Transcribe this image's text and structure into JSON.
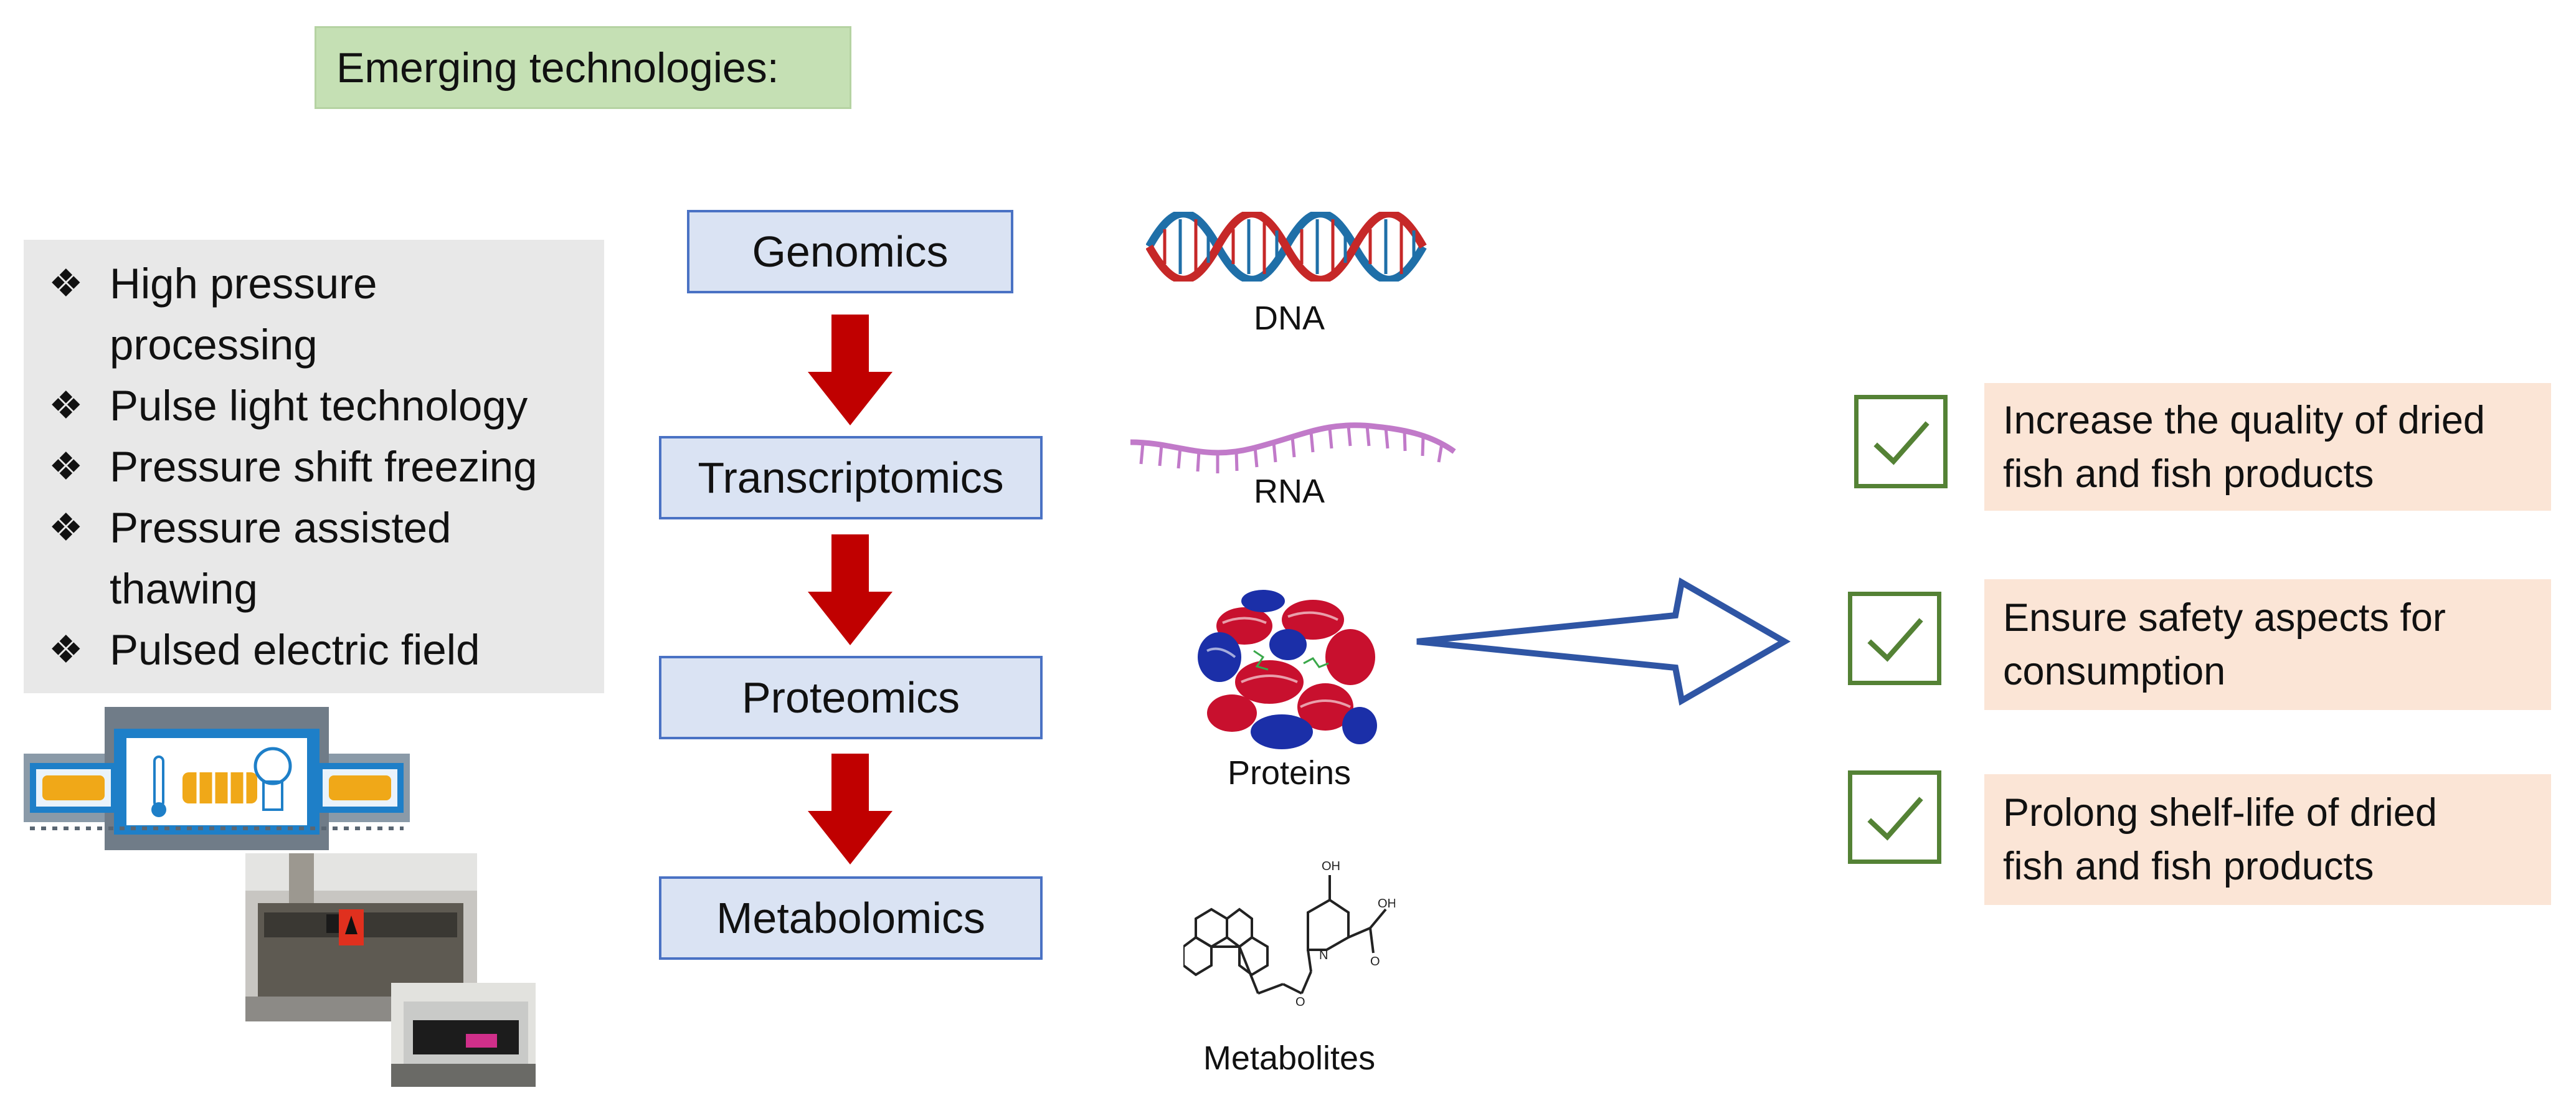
{
  "title": "Emerging technologies:",
  "technologies": [
    {
      "bullet": "❖",
      "lines": [
        "High pressure",
        "processing"
      ]
    },
    {
      "bullet": "❖",
      "lines": [
        "Pulse light technology"
      ]
    },
    {
      "bullet": "❖",
      "lines": [
        "Pressure shift freezing"
      ]
    },
    {
      "bullet": "❖",
      "lines": [
        "Pressure assisted",
        "thawing"
      ]
    },
    {
      "bullet": "❖",
      "lines": [
        "Pulsed electric field"
      ]
    }
  ],
  "omics": [
    {
      "label": "Genomics"
    },
    {
      "label": "Transcriptomics"
    },
    {
      "label": "Proteomics"
    },
    {
      "label": "Metabolomics"
    }
  ],
  "molecules": [
    {
      "label": "DNA"
    },
    {
      "label": "RNA"
    },
    {
      "label": "Proteins"
    },
    {
      "label": "Metabolites"
    }
  ],
  "outcomes": [
    {
      "line1": "Increase the quality of dried",
      "line2": "fish and fish products"
    },
    {
      "line1": "Ensure safety aspects for",
      "line2": "consumption"
    },
    {
      "line1": "Prolong shelf-life of dried",
      "line2": "fish and fish products"
    }
  ],
  "colors": {
    "title_fill": "#c5e0b4",
    "tech_fill": "#e8e8e8",
    "omics_fill": "#dae3f3",
    "omics_border": "#4a72c4",
    "red_arrow": "#c00000",
    "outline_arrow": "#2f55a4",
    "check": "#548235",
    "outcome_fill": "#fbe5d6"
  }
}
